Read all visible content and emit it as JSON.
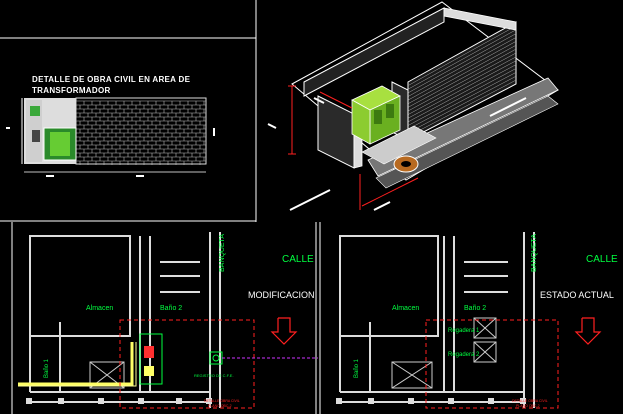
{
  "title_block": {
    "line1": "DETALLE DE OBRA CIVIL EN AREA DE",
    "line2": "TRANSFORMADOR"
  },
  "plan_left": {
    "street": "CALLE",
    "sidewalk": "BANQUETA",
    "mode": "MODIFICACION",
    "room_almacen": "Almacen",
    "room_bano2": "Baño 2",
    "room_bano1": "Baño 1",
    "registro_label": "REGISTRO DE C.F.E.",
    "detail_note_1": "DETALLE OBRA CIVIL",
    "detail_note_2": "PLANO OBC-2"
  },
  "plan_right": {
    "street": "CALLE",
    "sidewalk": "BANQUETA",
    "mode": "ESTADO ACTUAL",
    "room_almacen": "Almacen",
    "room_bano2": "Baño 2",
    "room_bano1": "Baño 1",
    "regadera_1": "Regadera 1",
    "regadera_2": "Regadera 2",
    "detail_note_1": "DETALLE OBRA CIVIL",
    "detail_note_2": "PLANO OBC-2"
  },
  "colors": {
    "background": "#000000",
    "frame": "#ffffff",
    "wall": "#d8d8d8",
    "green_text": "#00ff40",
    "red_dashed": "#ff2020",
    "yellow": "#ffff66",
    "magenta": "#cc33ff",
    "transformer_green": "#88d020"
  }
}
